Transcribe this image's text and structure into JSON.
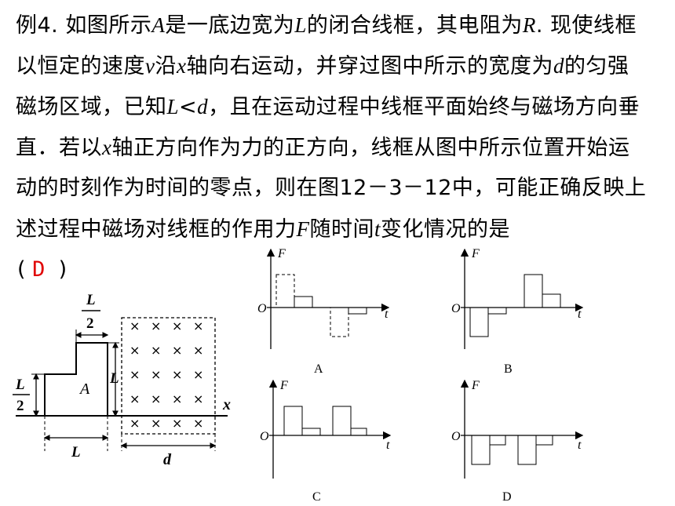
{
  "problem": {
    "line1": [
      "例4. 如图所示",
      "A",
      "是一底边宽为",
      "L",
      "的闭合线框，其电阻为",
      "R",
      ". 现使线框"
    ],
    "line2": [
      "以恒定的速度",
      "v",
      "沿",
      "x",
      "轴向右运动，并穿过图中所示的宽度为",
      "d",
      "的匀强"
    ],
    "line3": [
      "磁场区域，已知",
      "L",
      "<",
      "d",
      "，且在运动过程中线框平面始终与磁场方向垂"
    ],
    "line4": [
      "直．若以",
      "x",
      "轴正方向作为力的正方向，线框从图中所示位置开始运"
    ],
    "line5": [
      "动的时刻作为时间的零点，则在图12－3－12中，可能正确反映上"
    ],
    "line6": [
      "述过程中磁场对线框的作用力",
      "F",
      "随时间",
      "t",
      "变化情况的是"
    ],
    "answer_open": "(",
    "answer": "D",
    "answer_close": ")"
  },
  "figure": {
    "half_L_top": {
      "num": "L",
      "den": "2"
    },
    "half_L_left": {
      "num": "L",
      "den": "2"
    },
    "label_A": "A",
    "label_L_right": "L",
    "label_L_bottom": "L",
    "label_d": "d",
    "label_x": "x",
    "field_symbol": "×"
  },
  "graphs": [
    {
      "caption": "A",
      "F": "F",
      "O": "O",
      "t": "t"
    },
    {
      "caption": "B",
      "F": "F",
      "O": "O",
      "t": "t"
    },
    {
      "caption": "C",
      "F": "F",
      "O": "O",
      "t": "t"
    },
    {
      "caption": "D",
      "F": "F",
      "O": "O",
      "t": "t"
    }
  ]
}
